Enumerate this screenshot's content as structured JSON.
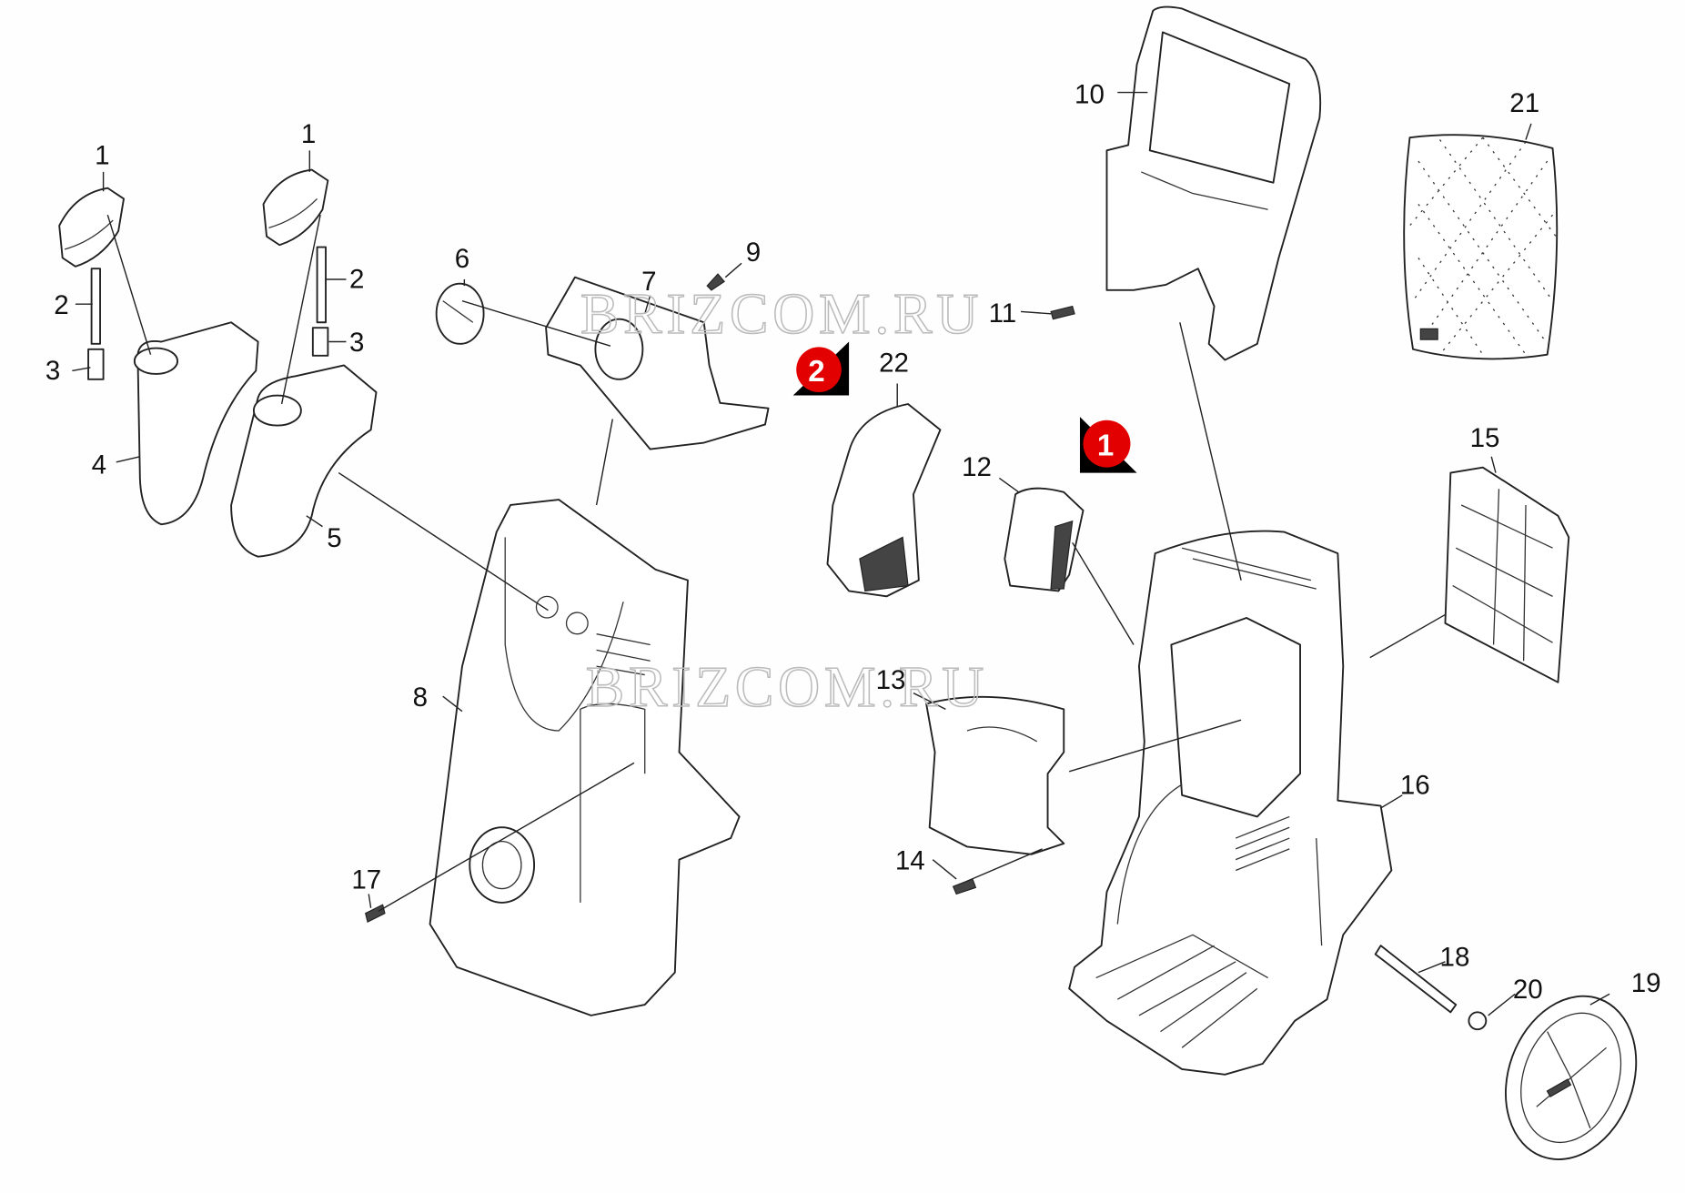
{
  "diagram": {
    "watermark": "BRIZCOM.RU",
    "callouts": [
      {
        "id": "1",
        "label": "1"
      },
      {
        "id": "2",
        "label": "2"
      }
    ],
    "parts": [
      "1",
      "2",
      "3",
      "4",
      "5",
      "6",
      "7",
      "8",
      "9",
      "10",
      "11",
      "12",
      "13",
      "14",
      "15",
      "16",
      "17",
      "18",
      "19",
      "20",
      "21",
      "22"
    ],
    "colors": {
      "badge": "#e20000",
      "line": "#222222",
      "watermark": "#bbbbbb"
    }
  }
}
